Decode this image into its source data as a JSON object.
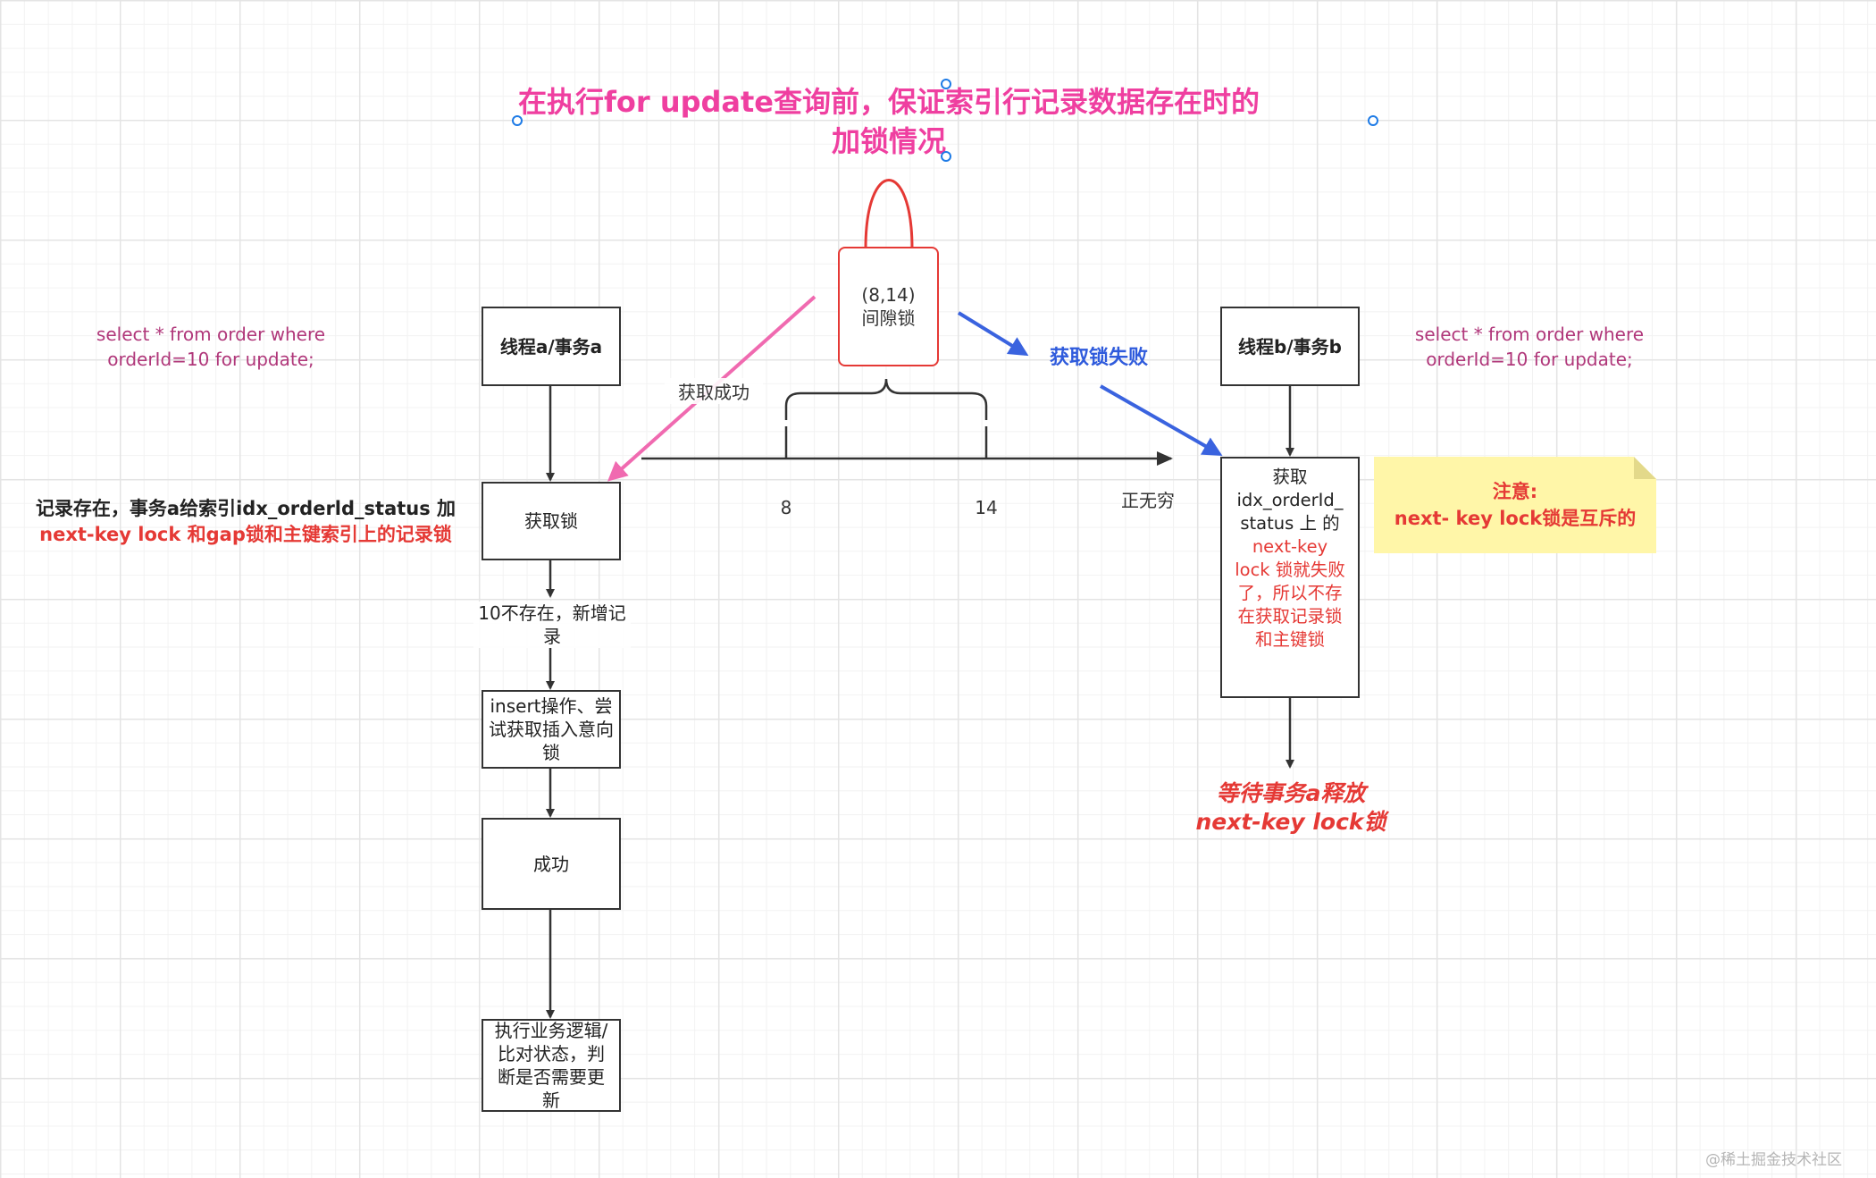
{
  "title": {
    "line1": "在执行for update查询前，保证索引行记录数据存在时的",
    "line2": "加锁情况",
    "color": "#ef3fa0"
  },
  "lock": {
    "range": "(8,14)",
    "name": "间隙锁",
    "color": "#e53935"
  },
  "axis": {
    "tick_8": "8",
    "tick_14": "14",
    "infinity": "正无穷"
  },
  "left": {
    "sql_line1": "select * from order where",
    "sql_line2": "orderId=10 for update;",
    "sql_color": "#b0377a",
    "thread_label": "线程a/事务a",
    "acquire_label": "获取锁",
    "success_arrow_label": "获取成功",
    "note_black": "记录存在，事务a给索引idx_orderld_status 加",
    "note_red": "next-key lock 和gap锁和主键索引上的记录锁",
    "step_not_exist": "10不存在，新增记录",
    "insert_label": "insert操作、尝试获取插入意向锁",
    "success_label": "成功",
    "business_label": "执行业务逻辑/比对状态，判断是否需要更新"
  },
  "right": {
    "sql_line1": "select * from order where",
    "sql_line2": "orderId=10 for update;",
    "thread_label": "线程b/事务b",
    "fail_arrow_label": "获取锁失败",
    "fail_color": "#2f5bdc",
    "acquire_black": "获取 idx_orderId_ status 上 的",
    "acquire_red": "next-key lock 锁就失败了，所以不存在获取记录锁和主键锁",
    "wait_line1": "等待事务a释放",
    "wait_line2": "next-key lock锁"
  },
  "note": {
    "title": "注意:",
    "body": "next- key lock锁是互斥的",
    "bg_color": "#fff6a8"
  },
  "watermark": "@稀土掘金技术社区"
}
